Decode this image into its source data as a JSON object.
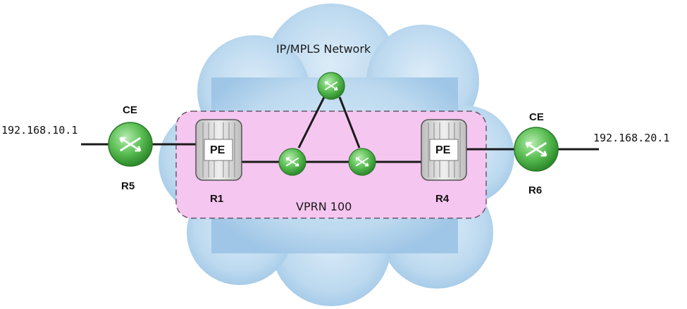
{
  "network": {
    "title": "IP/MPLS Network",
    "vprn_label": "VPRN 100"
  },
  "ce_left": {
    "role": "CE",
    "name": "R5",
    "ip": "192.168.10.1"
  },
  "ce_right": {
    "role": "CE",
    "name": "R6",
    "ip": "192.168.20.1"
  },
  "pe_left": {
    "role": "PE",
    "name": "R1"
  },
  "pe_right": {
    "role": "PE",
    "name": "R4"
  },
  "colors": {
    "cloud": "#bcd9ef",
    "vprn_fill": "#f5c6f0",
    "router_green": "#5cbf55",
    "pe_gray": "#d6d6d6",
    "link": "#1a1a1a"
  }
}
